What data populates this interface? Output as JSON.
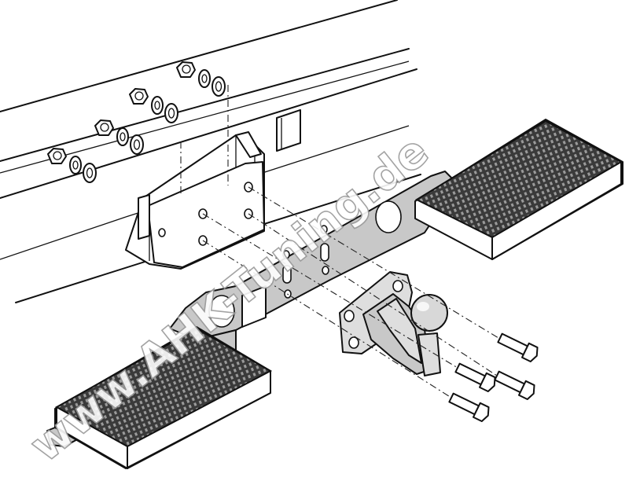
{
  "watermark": {
    "text": "www.AHK-Tuning.de",
    "stroke_color": "#9a9a9a"
  },
  "colors": {
    "line": "#111111",
    "part_fill": "#c8c8c8",
    "tread_fill": "#3a3a3a",
    "background": "#ffffff"
  },
  "parts": [
    {
      "name": "vehicle-frame-rail",
      "icon": "frame-rail"
    },
    {
      "name": "mounting-bracket",
      "icon": "bracket"
    },
    {
      "name": "step-bumper-crossbar",
      "icon": "crossbar"
    },
    {
      "name": "left-step-tread",
      "icon": "tread-plate"
    },
    {
      "name": "right-step-tread",
      "icon": "tread-plate"
    },
    {
      "name": "ball-coupling-mount",
      "icon": "tow-ball"
    },
    {
      "name": "nut-washer-set",
      "count": 4,
      "icon": "nut"
    },
    {
      "name": "hex-bolt",
      "count": 4,
      "icon": "bolt"
    }
  ]
}
